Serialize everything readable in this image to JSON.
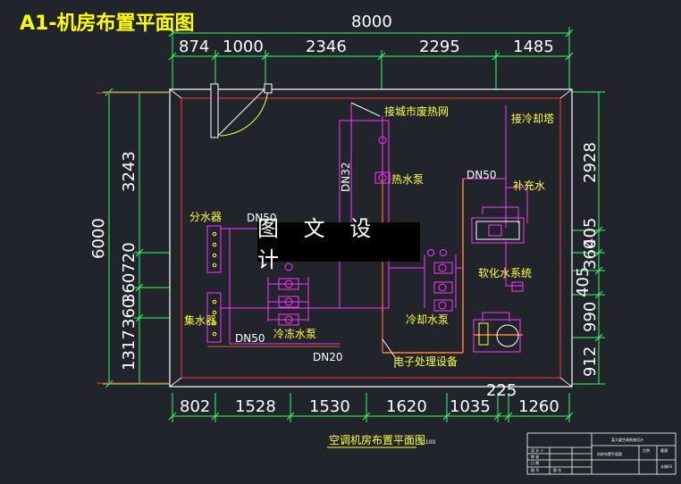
{
  "title": "A1-机房布置平面图",
  "watermark": "图 文 设 计",
  "dims": {
    "overall_width": "8000",
    "top": [
      "874",
      "1000",
      "2346",
      "2295",
      "1485"
    ],
    "bottom": [
      "802",
      "1528",
      "1530",
      "1620",
      "1035",
      "1260"
    ],
    "bottom_extra": "225",
    "overall_height": "6000",
    "left": [
      "3243",
      "360720",
      "360",
      "1317"
    ],
    "right": [
      "2928",
      "405",
      "405",
      "360",
      "990",
      "912"
    ]
  },
  "labels": {
    "city_heat": "接城市废热网",
    "cooling_tower": "接冷却塔",
    "hot_pump": "热水泵",
    "dn32": "DN32",
    "dn50_a": "DN50",
    "dn50_b": "DN50",
    "dn50_c": "DN50",
    "dn20": "DN20",
    "makeup_water": "补充水",
    "water_divider": "分水器",
    "water_collector": "集水器",
    "chilled_pump": "冷冻水泵",
    "softener": "软化水系统",
    "cooling_pump": "冷却水泵",
    "electronic": "电子处理设备"
  },
  "caption": "空调机房布置平面图",
  "scale": "1:100",
  "title_block": {
    "project": "某大厦空调系统设计",
    "drawing": "机房布置平面图",
    "designer": "设 计 人",
    "checker": "审 核",
    "date": "日 期",
    "number": "图 号",
    "sheet": "图 名",
    "scale_label": "比例",
    "code": "暖通",
    "no": "水施03"
  }
}
